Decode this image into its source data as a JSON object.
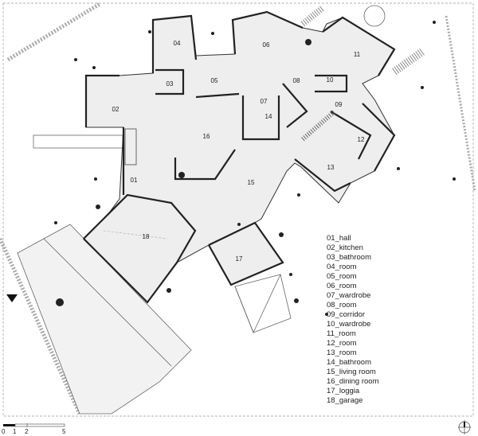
{
  "rooms": [
    {
      "num": "01"
    },
    {
      "num": "02"
    },
    {
      "num": "03"
    },
    {
      "num": "04"
    },
    {
      "num": "05"
    },
    {
      "num": "06"
    },
    {
      "num": "07"
    },
    {
      "num": "08"
    },
    {
      "num": "09"
    },
    {
      "num": "10"
    },
    {
      "num": "11"
    },
    {
      "num": "12"
    },
    {
      "num": "13"
    },
    {
      "num": "14"
    },
    {
      "num": "15"
    },
    {
      "num": "16"
    },
    {
      "num": "17"
    },
    {
      "num": "18"
    }
  ],
  "legend": [
    "01_hall",
    "02_kitchen",
    "03_bathroom",
    "04_room",
    "05_room",
    "06_room",
    "07_wardrobe",
    "08_room",
    "09_corridor",
    "10_wardrobe",
    "11_room",
    "12_room",
    "13_room",
    "14_bathroom",
    "15_living room",
    "16_dining room",
    "17_loggia",
    "18_garage"
  ],
  "scale_bar": {
    "ticks": [
      "0",
      "1",
      "2",
      "5"
    ]
  },
  "colors": {
    "floor": "#eeeeee",
    "wall": "#222222"
  }
}
